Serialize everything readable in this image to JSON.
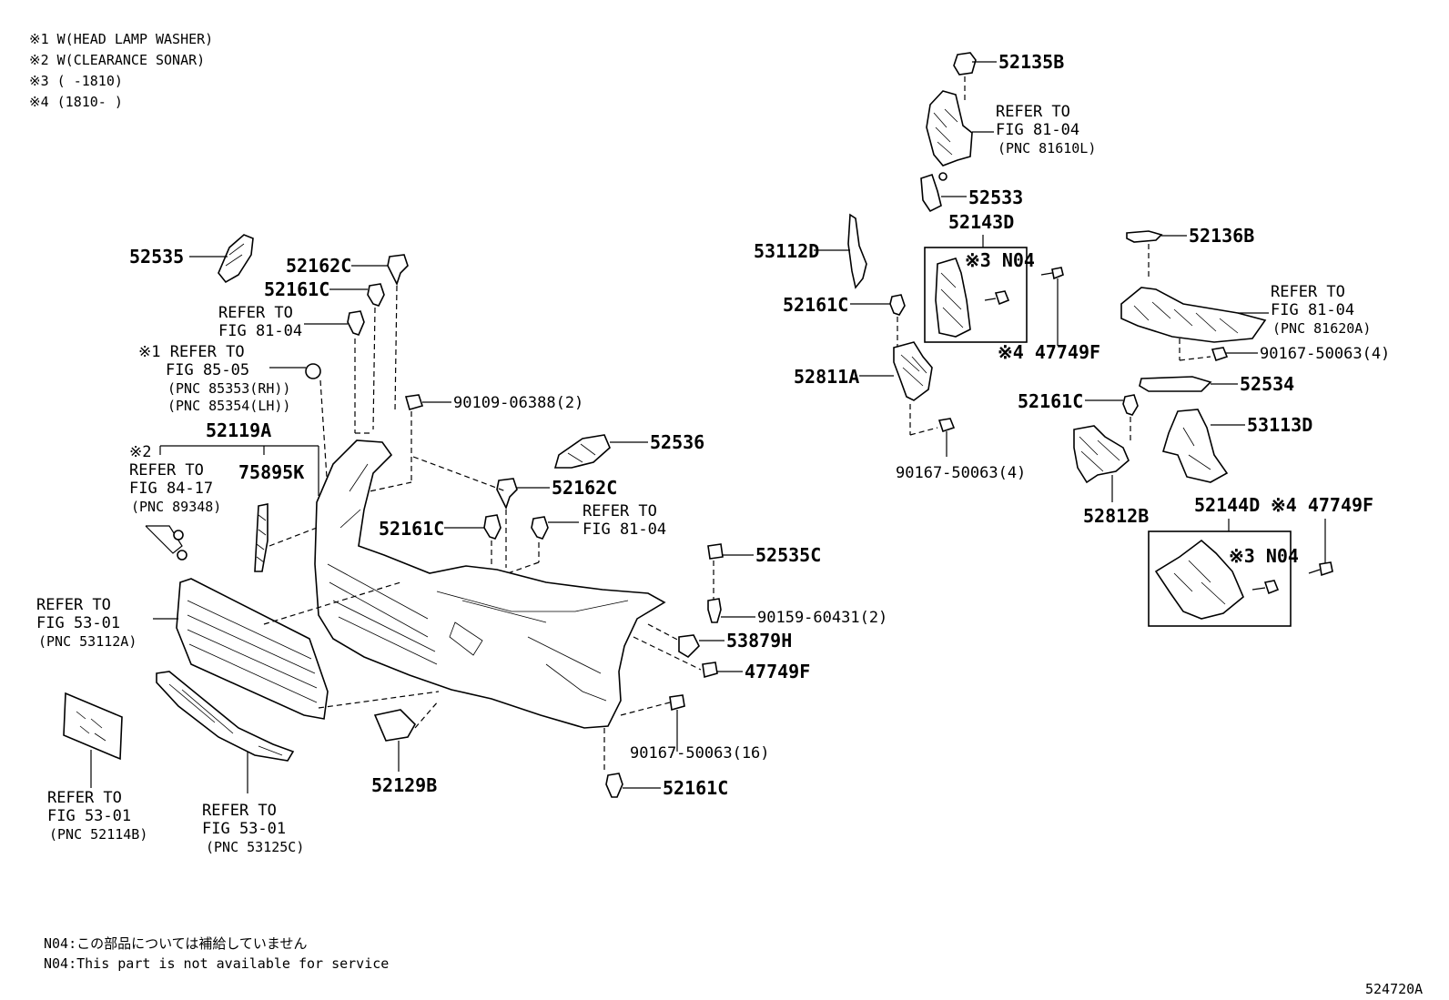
{
  "legend": [
    "※1 W(HEAD LAMP WASHER)",
    "※2 W(CLEARANCE SONAR)",
    "※3 (      -1810)",
    "※4 (1810-      )"
  ],
  "parts": {
    "p52135B": "52135B",
    "p52533": "52533",
    "p52143D": "52143D",
    "p53112D": "53112D",
    "p52161C_a": "52161C",
    "p52811A": "52811A",
    "p47749F_a": "※4 47749F",
    "p90167_4a": "90167-50063(4)",
    "p52136B": "52136B",
    "p90167_4b": "90167-50063(4)",
    "p52534": "52534",
    "p52161C_b": "52161C",
    "p53113D": "53113D",
    "p52812B": "52812B",
    "p52144D": "52144D",
    "p47749F_b": "※4 47749F",
    "n04_a": "※3 N04",
    "n04_b": "※3 N04",
    "p52535": "52535",
    "p52162C_a": "52162C",
    "p52161C_c": "52161C",
    "p90109": "90109-06388(2)",
    "p52119A": "52119A",
    "p75895K": "75895K",
    "p52536": "52536",
    "p52162C_b": "52162C",
    "p52161C_d": "52161C",
    "p52535C": "52535C",
    "p90159": "90159-60431(2)",
    "p53879H": "53879H",
    "p47749F_c": "47749F",
    "p90167_16": "90167-50063(16)",
    "p52161C_e": "52161C",
    "p52129B": "52129B"
  },
  "refs": {
    "r_head_right": [
      "REFER TO",
      "FIG 81-04",
      "(PNC 81610L)"
    ],
    "r_lamp_right": [
      "REFER TO",
      "FIG 81-04",
      "(PNC 81620A)"
    ],
    "r_fig81_left": [
      "REFER TO",
      "FIG 81-04"
    ],
    "r_washer": [
      "※1 REFER TO",
      "FIG 85-05",
      "(PNC 85353(RH))",
      "(PNC 85354(LH))"
    ],
    "r_sonar": [
      "※2",
      "REFER TO",
      "FIG 84-17",
      "(PNC 89348)"
    ],
    "r_fig81_mid": [
      "REFER TO",
      "FIG 81-04"
    ],
    "r_grille": [
      "REFER TO",
      "FIG 53-01",
      "(PNC 53112A)"
    ],
    "r_plate": [
      "REFER TO",
      "FIG 53-01",
      "(PNC 52114B)"
    ],
    "r_lower": [
      "REFER TO",
      "FIG 53-01",
      "(PNC 53125C)"
    ]
  },
  "footer": {
    "note_jp": "N04:この部品については補給していません",
    "note_en": "N04:This part is not available for service",
    "fig_id": "524720A"
  }
}
